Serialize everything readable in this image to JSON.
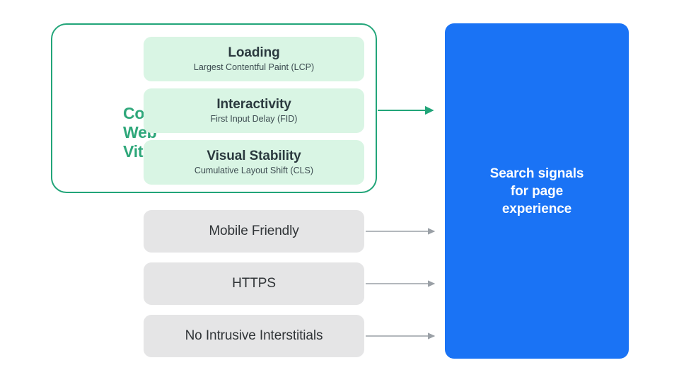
{
  "core_web_vitals": {
    "label_lines": [
      "Core",
      "Web",
      "Vitals"
    ],
    "border_color": "#22a579",
    "label_color": "#2ea77a",
    "card_bg": "#d9f5e4",
    "cards": [
      {
        "title": "Loading",
        "subtitle": "Largest Contentful Paint (LCP)"
      },
      {
        "title": "Interactivity",
        "subtitle": "First Input Delay (FID)"
      },
      {
        "title": "Visual Stability",
        "subtitle": "Cumulative Layout Shift (CLS)"
      }
    ]
  },
  "other_signals": {
    "box_bg": "#e5e5e6",
    "items": [
      {
        "label": "Mobile Friendly"
      },
      {
        "label": "HTTPS"
      },
      {
        "label": "No Intrusive Interstitials"
      }
    ]
  },
  "destination": {
    "text_lines": [
      "Search signals",
      "for page",
      "experience"
    ],
    "bg_color": "#1a73f5",
    "text_color": "#ffffff"
  },
  "arrows": {
    "core_web_vitals_arrow_color": "#22a579",
    "signal_arrow_color": "#9aa0a6"
  }
}
